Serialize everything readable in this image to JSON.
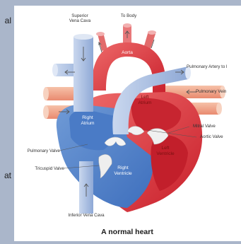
{
  "page": {
    "edge_text_top": "al",
    "edge_text_bottom": "at"
  },
  "diagram": {
    "caption": "A normal heart",
    "labels": {
      "superior_vena_cava": "Superior\nVena Cava",
      "to_body": "To Body",
      "aorta": "Aorta",
      "pulmonary_artery": "Pulmonary Artery to l",
      "pulmonary_vein": "Pulmonary Vein",
      "left_atrium": "Left\nAtrium",
      "right_atrium": "Right\nAtrium",
      "mitral_valve": "Mitral Valve",
      "aortic_valve": "Aortic Valve",
      "left_ventricle": "Left\nVentricle",
      "pulmonary_valve": "Pulmonary Valve",
      "tricuspid_valve": "Tricuspid Valve",
      "right_ventricle": "Right\nVentricle",
      "inferior_vena_cava": "Inferior Vena Cava"
    },
    "colors": {
      "oxygenated": "#d7343a",
      "deoxygenated": "#4b7fc9",
      "vein_pink": "#f0a58a",
      "vessel_blue": "#9eb8df"
    }
  }
}
